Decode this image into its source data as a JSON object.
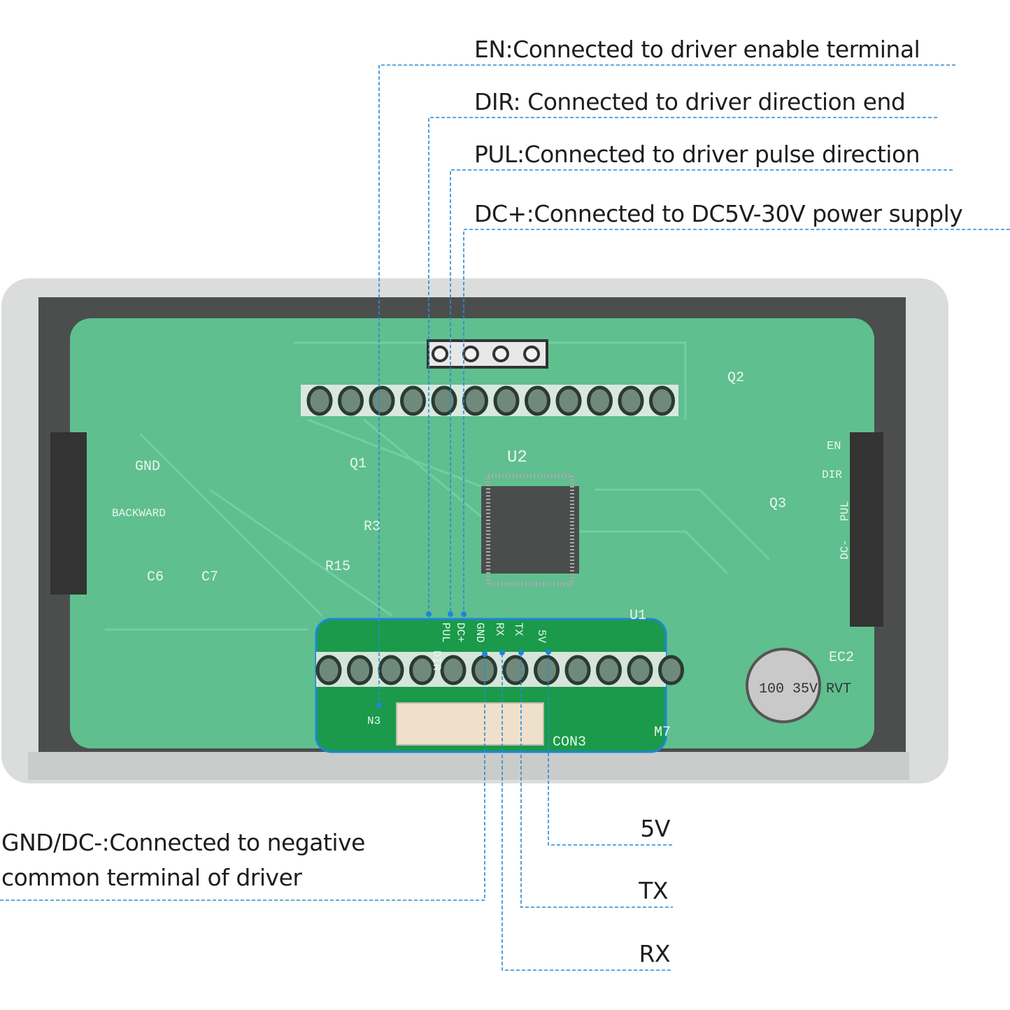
{
  "callouts_top": [
    {
      "id": "en",
      "text": "EN:Connected to driver enable terminal"
    },
    {
      "id": "dir",
      "text": "DIR: Connected to driver direction end"
    },
    {
      "id": "pul",
      "text": "PUL:Connected to driver pulse direction"
    },
    {
      "id": "dcp",
      "text": "DC+:Connected to DC5V-30V power supply"
    }
  ],
  "callout_gnd": {
    "line1": "GND/DC-:Connected to negative",
    "line2": "common terminal of driver"
  },
  "callouts_bottom": [
    {
      "id": "5v",
      "text": "5V"
    },
    {
      "id": "tx",
      "text": "TX"
    },
    {
      "id": "rx",
      "text": "RX"
    }
  ],
  "pcb_labels": {
    "u2": "U2",
    "q1": "Q1",
    "q2": "Q2",
    "q3": "Q3",
    "con3": "CON3",
    "gnd": "GND",
    "backward": "BACKWARD",
    "c6": "C6",
    "c7": "C7",
    "r15": "R15",
    "r3": "R3",
    "ec2": "EC2",
    "m7": "M7",
    "n3": "N3",
    "u1": "U1",
    "pin_dir": "DIR",
    "pin_pul": "PUL",
    "pin_dcp": "DC+",
    "pin_gnd": "GND",
    "pin_rx": "RX",
    "pin_tx": "TX",
    "pin_5v": "5V",
    "side_en": "EN",
    "side_dir": "DIR",
    "side_pul": "PUL",
    "side_dc": "DC-",
    "cap": "100 35V RVT"
  },
  "colors": {
    "pcb": "#5fbf8f",
    "board_dark": "#3d9c6c",
    "case": "#d9dcdb",
    "lead": "#2a8ad4",
    "highlight": "#1f86d8"
  }
}
